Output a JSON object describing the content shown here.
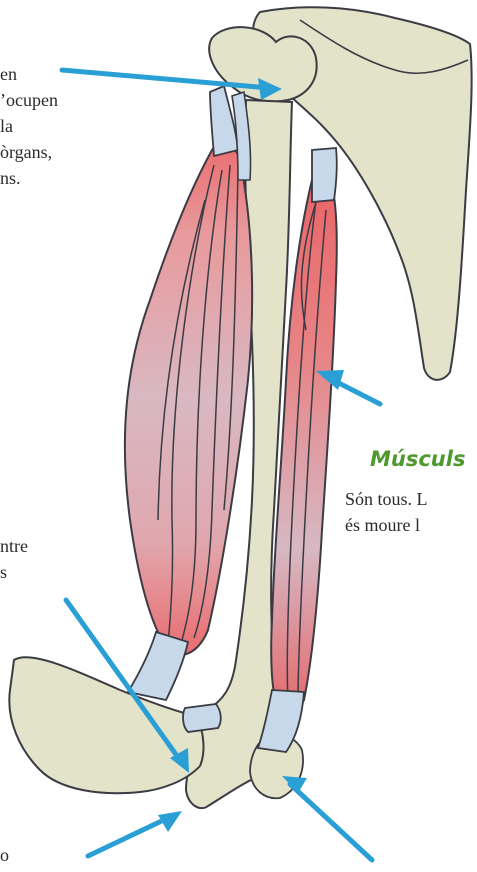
{
  "colors": {
    "bone": "#e3e3c9",
    "bone_outline": "#3b3b44",
    "muscle": "#e8787a",
    "muscle_pale": "#d8b9c2",
    "tendon": "#c7d8ea",
    "arrow": "#2a9fd6",
    "heading": "#4f9a2f",
    "text": "#2a2a2a"
  },
  "left_texts": [
    {
      "line": "en"
    },
    {
      "line": "’ocupen"
    },
    {
      "line": "la"
    },
    {
      "line": "òrgans,"
    },
    {
      "line": "ns."
    },
    {
      "line": "ntre"
    },
    {
      "line": "s"
    },
    {
      "line": "o"
    }
  ],
  "muscle_heading": "Músculs",
  "muscle_text": [
    "Són tous. L",
    "és moure l"
  ],
  "icons": [
    "arrow-icon"
  ]
}
